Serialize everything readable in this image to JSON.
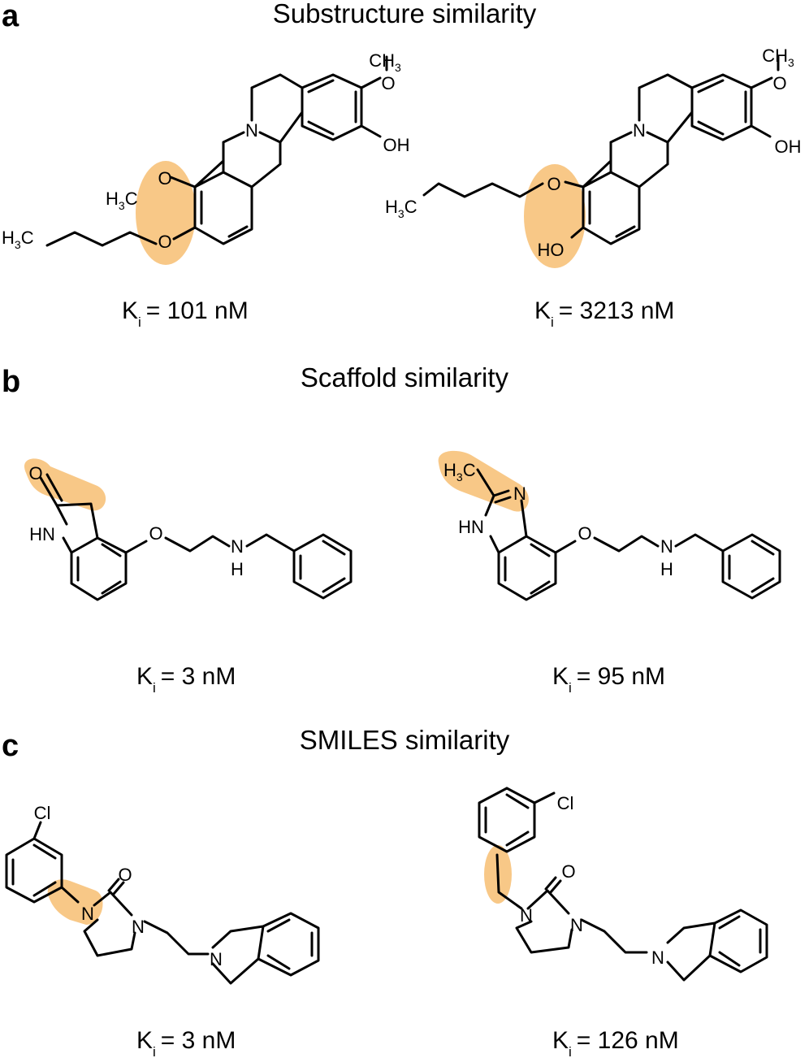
{
  "panels": [
    {
      "label": "a",
      "title": "Substructure similarity",
      "left": {
        "ki_value": "= 101 nM",
        "atoms": {
          "o1": "O",
          "o2": "O",
          "n": "N",
          "ch3": "CH",
          "ch3_sub": "3",
          "o3": "O",
          "oh": "OH",
          "h3": "H",
          "h3_sub": "3",
          "c_after": "C",
          "hexyl_h": "H",
          "hexyl_sub": "3",
          "hexyl_c": "C"
        }
      },
      "right": {
        "ki_value": "= 3213 nM",
        "atoms": {
          "o1": "O",
          "ho": "HO",
          "n": "N",
          "ch3": "CH",
          "ch3_sub": "3",
          "o3": "O",
          "oh": "OH",
          "pentyl_h": "H",
          "pentyl_sub": "3",
          "pentyl_c": "C"
        }
      }
    },
    {
      "label": "b",
      "title": "Scaffold similarity",
      "left": {
        "ki_value": "= 3 nM",
        "atoms": {
          "o_keto": "O",
          "hn": "HN",
          "o_ether": "O",
          "n": "N",
          "h": "H"
        }
      },
      "right": {
        "ki_value": "= 95 nM",
        "atoms": {
          "h3": "H",
          "h3_sub": "3",
          "c": "C",
          "n_ring": "N",
          "hn": "HN",
          "o_ether": "O",
          "n": "N",
          "h": "H"
        }
      }
    },
    {
      "label": "c",
      "title": "SMILES similarity",
      "left": {
        "ki_value": "= 3 nM",
        "atoms": {
          "cl": "Cl",
          "o": "O",
          "n1": "N",
          "n2": "N",
          "n3": "N"
        }
      },
      "right": {
        "ki_value": "= 126 nM",
        "atoms": {
          "cl": "Cl",
          "o": "O",
          "n1": "N",
          "n2": "N",
          "n3": "N"
        }
      }
    }
  ],
  "ki_symbol": "K",
  "ki_subscript": "i",
  "colors": {
    "highlight": "#f7c27a",
    "bond": "#000000"
  }
}
